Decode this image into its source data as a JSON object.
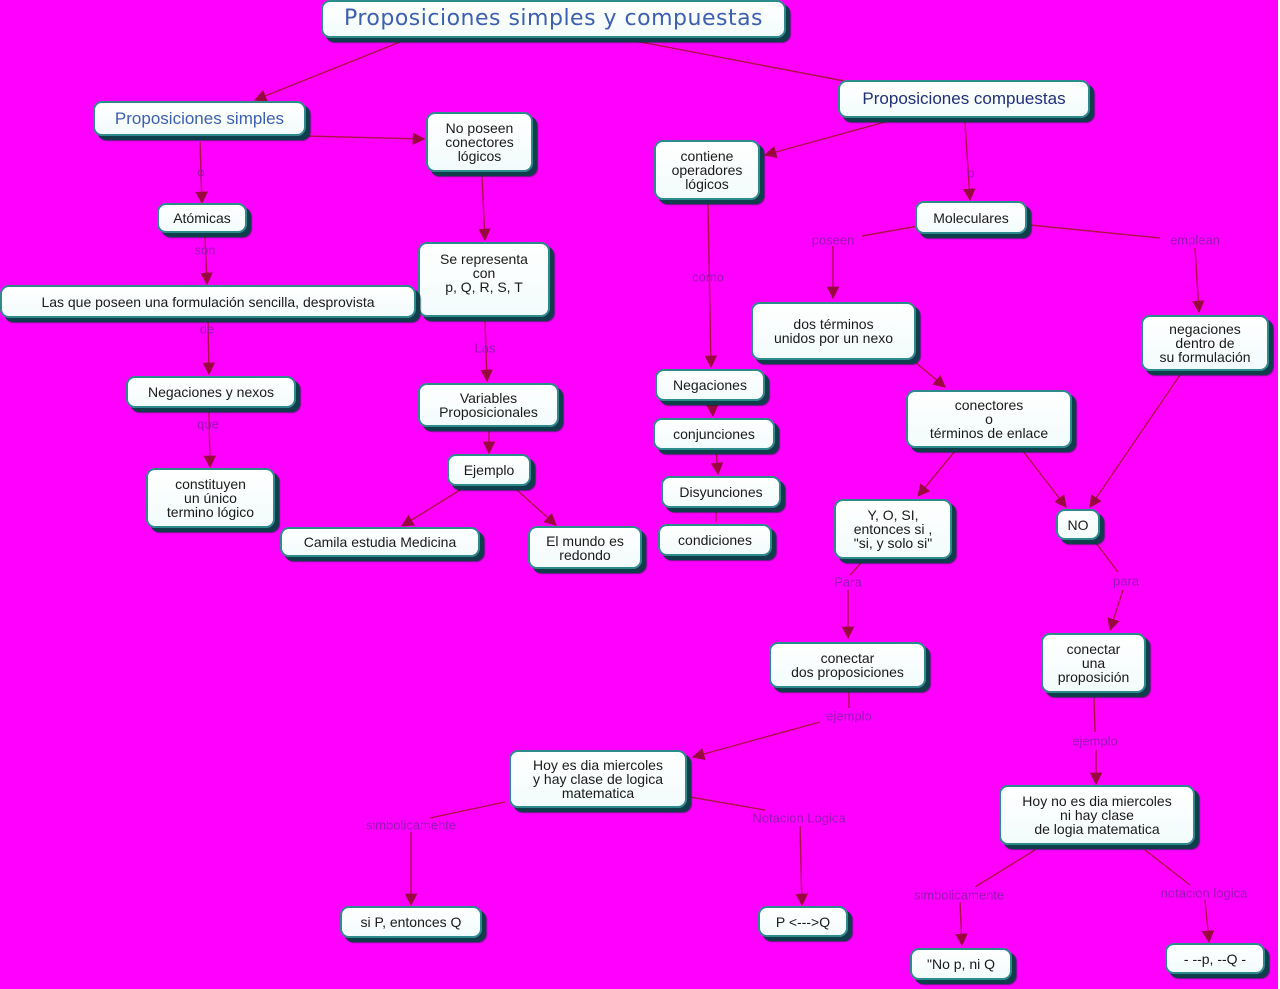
{
  "map": {
    "title": "Proposiciones simples y compuestas",
    "background_color": "#ff00ff",
    "link_color": "#b0104a",
    "label_color": "#8a1aa8",
    "node_border_color": "#2e8b8b",
    "node_shadow_color": "#0f3f4a",
    "heading_text_color": "#3d5fb0"
  },
  "nodes": {
    "title": "Proposiciones simples y compuestas",
    "simples": "Proposiciones simples",
    "compuestas": "Proposiciones compuestas",
    "no_poseen": "No poseen\nconectores\nlógicos",
    "atomicas": "Atómicas",
    "se_representa": "Se representa\ncon\np, Q, R, S, T",
    "las_que_poseen": "Las que poseen una formulación sencilla, desprovista",
    "negaciones_nexos": "Negaciones y nexos",
    "variables": "Variables\nProposicionales",
    "ejemplo": "Ejemplo",
    "constituyen": "constituyen\nun único\ntermino lógico",
    "camila": "Camila estudia Medicina",
    "mundo": "El mundo es\nredondo",
    "contiene": "contiene\noperadores\nlógicos",
    "moleculares": "Moleculares",
    "negaciones": "Negaciones",
    "conjunciones": "conjunciones",
    "disyunciones": "Disyunciones",
    "condiciones": "condiciones",
    "dos_terminos": "dos términos\nunidos por un nexo",
    "negaciones_dentro": "negaciones\ndentro de\nsu formulación",
    "conectores": "conectores\no\ntérminos de enlace",
    "y_o_si": "Y, O, SI,\nentonces si ,\n\"si, y solo si\"",
    "no": "NO",
    "conectar_dos": "conectar\ndos proposiciones",
    "conectar_una": "conectar\nuna\nproposición",
    "hoy_es": "Hoy es dia miercoles\ny hay clase de logica\nmatematica",
    "hoy_no_es": "Hoy no es dia miercoles\nni hay clase\nde logia matematica",
    "si_p_entonces": "si P, entonces Q",
    "p_bicond": "P  <--->Q",
    "no_p_ni_q": "\"No p, ni Q",
    "neg_p_q": "- --p, --Q -"
  },
  "labels": {
    "o_simples": "o",
    "son": "son",
    "de": "de",
    "que": "que",
    "las": "Las",
    "como": "como",
    "o_compuestas": "o",
    "poseen": "poseen",
    "emplean": "emplean",
    "para_1": "Para",
    "para_2": "para",
    "ejemplo_1": "ejemplo",
    "ejemplo_2": "ejemplo",
    "simbolicamente_1": "simbolicamente",
    "notacion_logica_1": "Notacion Logica",
    "simbolicamente_2": "simbolicamente",
    "notacion_logica_2": "notacion logica"
  }
}
